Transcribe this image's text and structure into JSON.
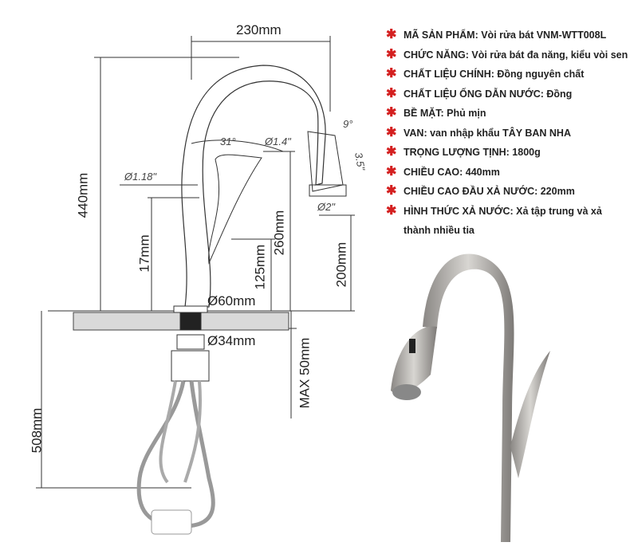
{
  "dimensions": {
    "width": "230mm",
    "height": "440mm",
    "handle": "17mm",
    "d125": "125mm",
    "d260": "260mm",
    "d200": "200mm",
    "base_dia": "Ø60mm",
    "shank_dia": "Ø34mm",
    "max_thickness": "MAX 50mm",
    "hose": "508mm",
    "angle_31": "31°",
    "spout_dia": "Ø1.4\"",
    "angle_9": "9°",
    "head_len": "3.5\"",
    "head_dia": "Ø2\"",
    "body_dia": "Ø1.18\""
  },
  "specs": [
    "MÃ SẢN PHẨM: Vòi rửa bát VNM-WTT008L",
    "CHỨC NĂNG: Vòi rửa bát đa năng, kiểu vòi sen",
    "CHẤT LIỆU CHÍNH: Đồng nguyên chất",
    "CHẤT LIỆU ỐNG DẪN NƯỚC: Đồng",
    "BỀ MẶT: Phủ mịn",
    "VAN: van nhập khẩu TÂY BAN NHA",
    "TRỌNG LƯỢNG TỊNH: 1800g",
    "CHIỀU CAO: 440mm",
    "CHIỀU CAO ĐẦU XẢ NƯỚC: 220mm",
    "HÌNH THỨC XẢ NƯỚC: Xả tập trung và xả thành nhiều tia"
  ],
  "colors": {
    "bullet": "#d42020"
  }
}
